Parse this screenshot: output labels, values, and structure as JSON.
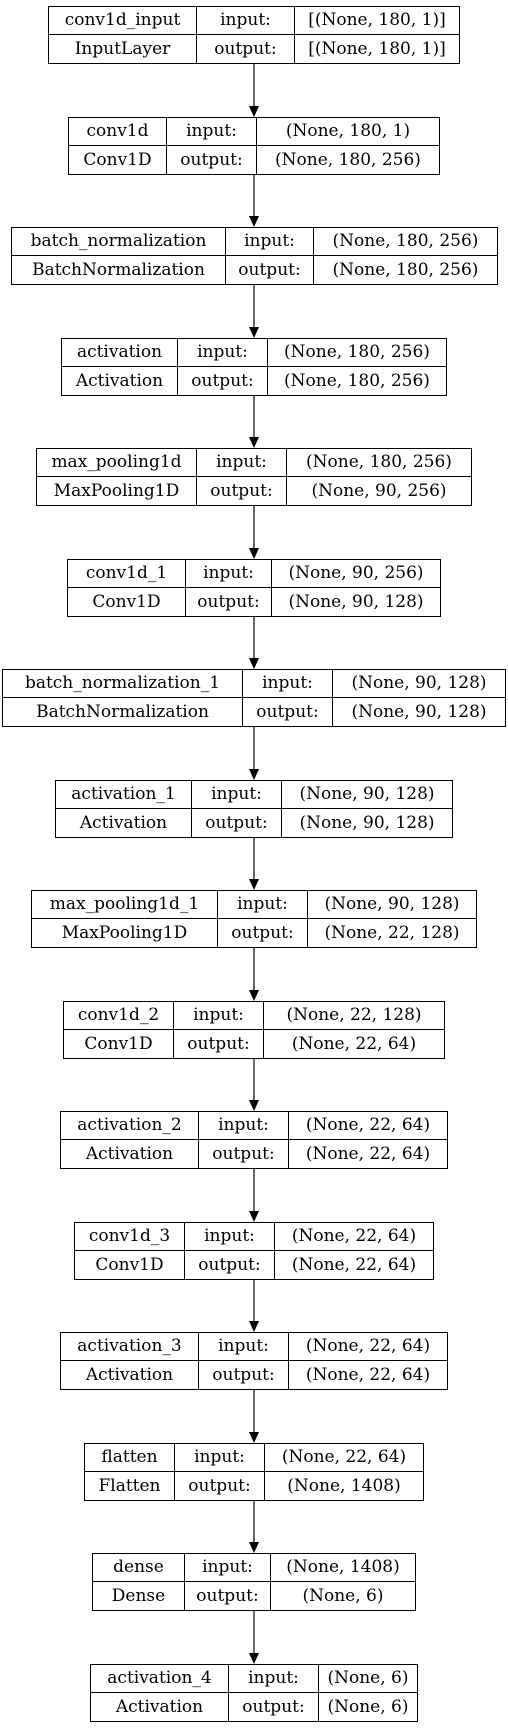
{
  "diagram": {
    "colors": {
      "stroke": "#000000",
      "fill": "#ffffff",
      "text": "#000000"
    },
    "input_label": "input:",
    "output_label": "output:",
    "layers": [
      {
        "name": "conv1d_input",
        "type": "InputLayer",
        "input": "[(None, 180, 1)]",
        "output": "[(None, 180, 1)]"
      },
      {
        "name": "conv1d",
        "type": "Conv1D",
        "input": "(None, 180, 1)",
        "output": "(None, 180, 256)"
      },
      {
        "name": "batch_normalization",
        "type": "BatchNormalization",
        "input": "(None, 180, 256)",
        "output": "(None, 180, 256)"
      },
      {
        "name": "activation",
        "type": "Activation",
        "input": "(None, 180, 256)",
        "output": "(None, 180, 256)"
      },
      {
        "name": "max_pooling1d",
        "type": "MaxPooling1D",
        "input": "(None, 180, 256)",
        "output": "(None, 90, 256)"
      },
      {
        "name": "conv1d_1",
        "type": "Conv1D",
        "input": "(None, 90, 256)",
        "output": "(None, 90, 128)"
      },
      {
        "name": "batch_normalization_1",
        "type": "BatchNormalization",
        "input": "(None, 90, 128)",
        "output": "(None, 90, 128)"
      },
      {
        "name": "activation_1",
        "type": "Activation",
        "input": "(None, 90, 128)",
        "output": "(None, 90, 128)"
      },
      {
        "name": "max_pooling1d_1",
        "type": "MaxPooling1D",
        "input": "(None, 90, 128)",
        "output": "(None, 22, 128)"
      },
      {
        "name": "conv1d_2",
        "type": "Conv1D",
        "input": "(None, 22, 128)",
        "output": "(None, 22, 64)"
      },
      {
        "name": "activation_2",
        "type": "Activation",
        "input": "(None, 22, 64)",
        "output": "(None, 22, 64)"
      },
      {
        "name": "conv1d_3",
        "type": "Conv1D",
        "input": "(None, 22, 64)",
        "output": "(None, 22, 64)"
      },
      {
        "name": "activation_3",
        "type": "Activation",
        "input": "(None, 22, 64)",
        "output": "(None, 22, 64)"
      },
      {
        "name": "flatten",
        "type": "Flatten",
        "input": "(None, 22, 64)",
        "output": "(None, 1408)"
      },
      {
        "name": "dense",
        "type": "Dense",
        "input": "(None, 1408)",
        "output": "(None, 6)"
      },
      {
        "name": "activation_4",
        "type": "Activation",
        "input": "(None, 6)",
        "output": "(None, 6)"
      }
    ]
  }
}
